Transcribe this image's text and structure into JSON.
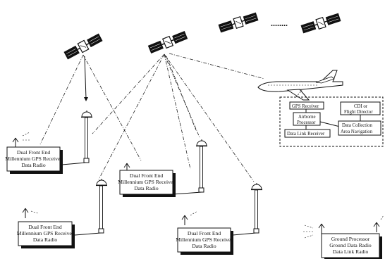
{
  "satellite_continuation": "........",
  "stations": {
    "s1": {
      "line1": "Dual Front End",
      "line2": "Millennium GPS Receiver",
      "line3": "Data Radio"
    },
    "s2": {
      "line1": "Dual Front End",
      "line2": "Millennium GPS Receiver",
      "line3": "Data Radio"
    },
    "s3": {
      "line1": "Dual Front End",
      "line2": "Millennium GPS Receiver",
      "line3": "Data Radio"
    },
    "s4": {
      "line1": "Dual Front End",
      "line2": "Millennium GPS Receiver",
      "line3": "Data Radio"
    }
  },
  "airborne": {
    "gps_receiver": "GPS Receiver",
    "processor_line1": "Airborne",
    "processor_line2": "Processor",
    "datalink": "Data Link Receiver",
    "cdi_line1": "CDI or",
    "cdi_line2": "Flight Director",
    "collection_line1": "Data Collection",
    "collection_line2": "Area Navigation"
  },
  "ground": {
    "line1": "Ground Processor",
    "line2": "Ground Data Radio",
    "line3": "Data Link Radio"
  }
}
